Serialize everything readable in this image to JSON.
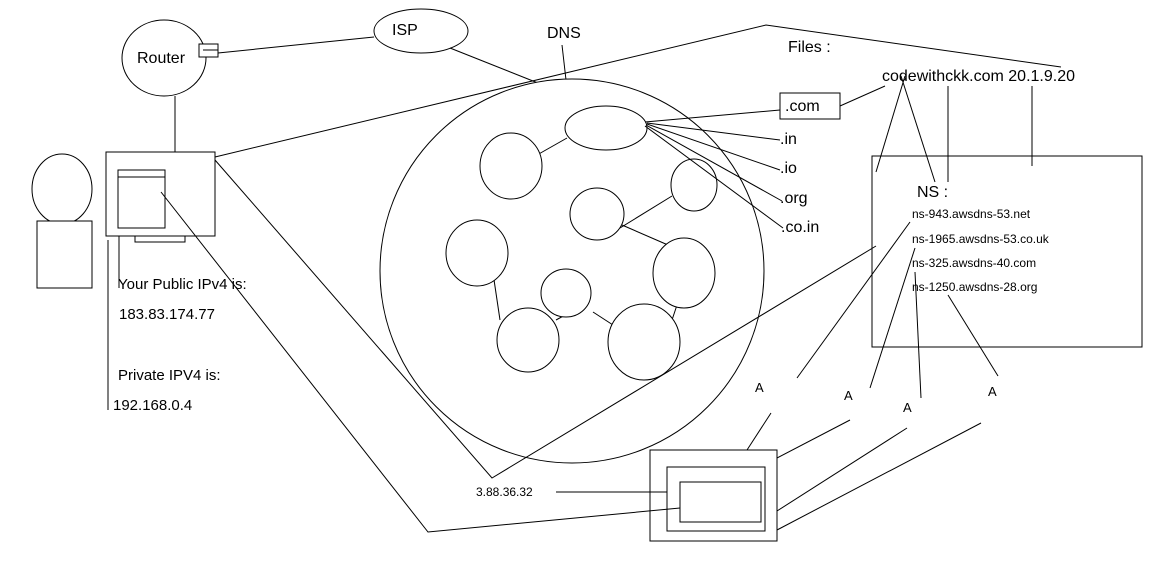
{
  "labels": {
    "router": "Router",
    "isp": "ISP",
    "dns": "DNS",
    "files": "Files :",
    "domain_record": "codewithckk.com 20.1.9.20",
    "tld_com": ".com",
    "tld_in": ".in",
    "tld_io": ".io",
    "tld_org": ".org",
    "tld_coin": ".co.in",
    "ns_heading": "NS :",
    "ns_records": [
      "ns-943.awsdns-53.net",
      "ns-1965.awsdns-53.co.uk",
      "ns-325.awsdns-40.com",
      "ns-1250.awsdns-28.org"
    ],
    "public_ip_label": "Your Public IPv4 is:",
    "public_ip": "183.83.174.77",
    "private_ip_label": "Private IPV4 is:",
    "private_ip": "192.168.0.4",
    "a_records": [
      "A",
      "A",
      "A",
      "A"
    ],
    "server_ip": "3.88.36.32"
  }
}
